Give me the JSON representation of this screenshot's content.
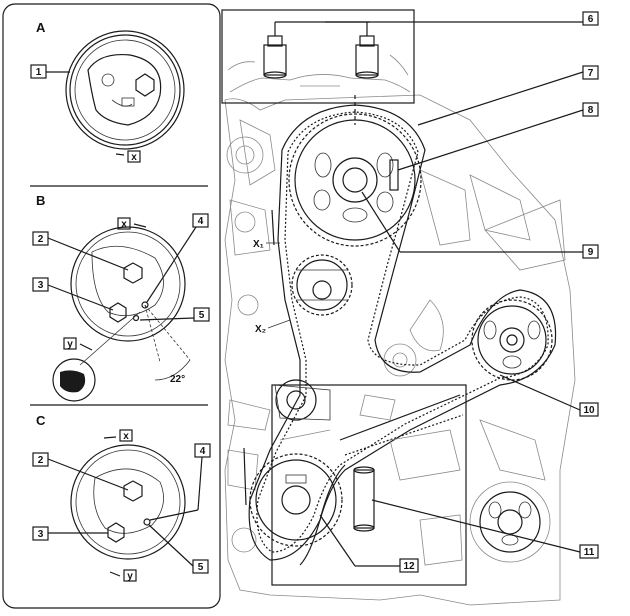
{
  "panels": {
    "a": "A",
    "b": "B",
    "c": "C"
  },
  "callouts": {
    "c1": "1",
    "c2": "2",
    "c3": "3",
    "c4": "4",
    "c5": "5",
    "c6": "6",
    "c7": "7",
    "c8": "8",
    "c9": "9",
    "c10": "10",
    "c11": "11",
    "c12": "12"
  },
  "axes": {
    "x": "x",
    "y": "y"
  },
  "annotations": {
    "angle": "22°",
    "x1": "X₁",
    "x2": "X₂"
  }
}
